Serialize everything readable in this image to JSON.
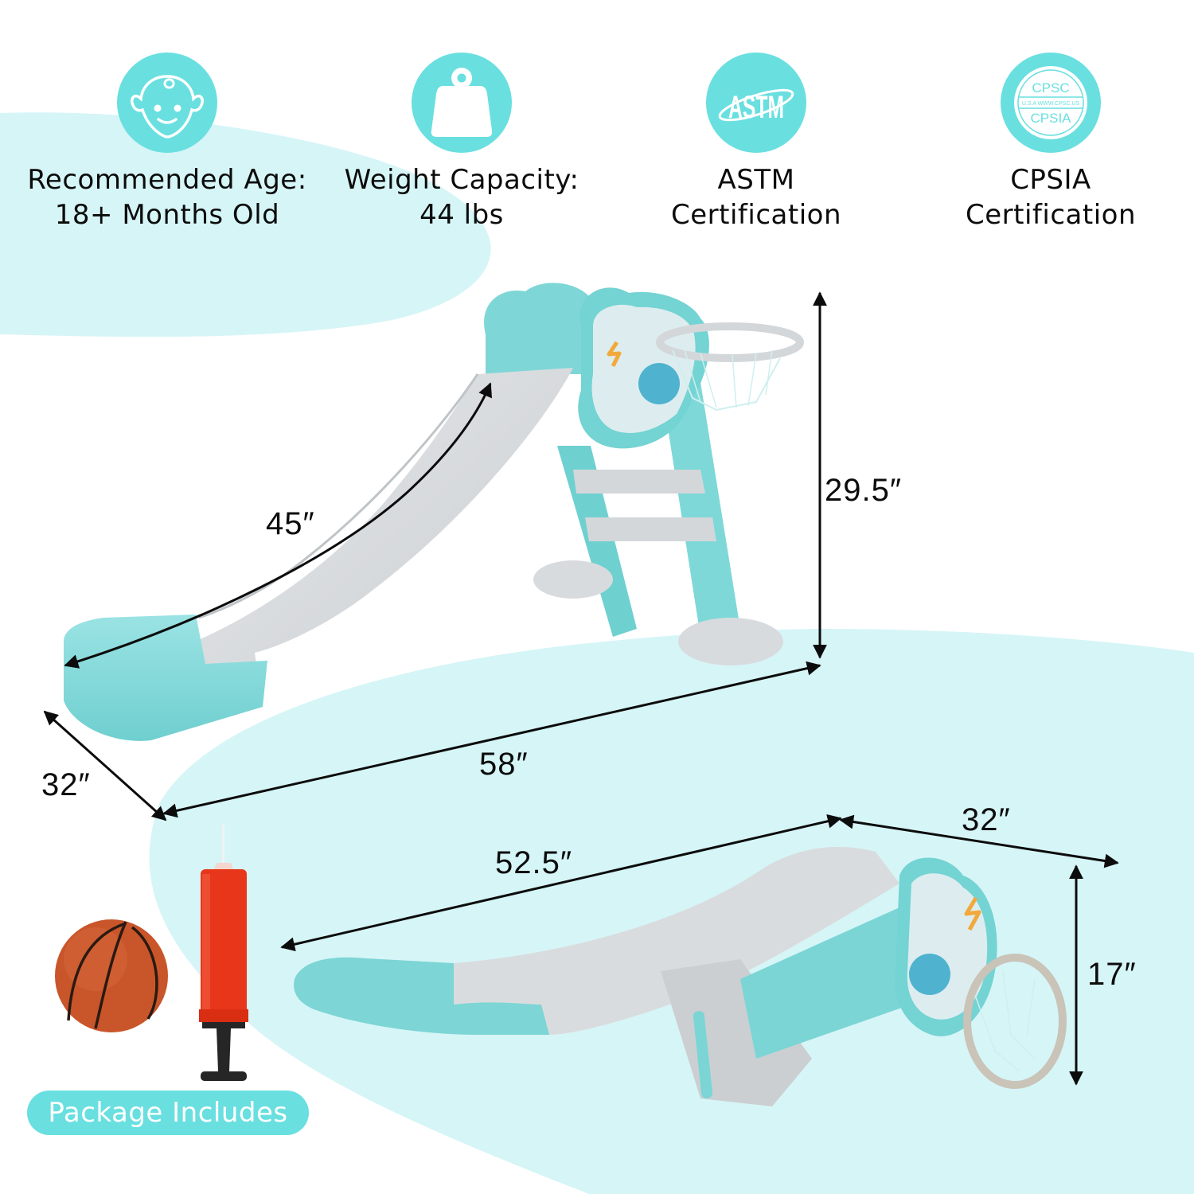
{
  "colors": {
    "accent_teal": "#69DFE0",
    "blob_light_teal": "#D6F5F7",
    "slide_teal": "#7ED8D8",
    "slide_gray": "#D9DCDE",
    "text": "#0c0c0c",
    "ball_orange": "#C9552A",
    "pump_red": "#E8361A"
  },
  "features": [
    {
      "icon": "baby-face-icon",
      "line1": "Recommended Age:",
      "line2": "18+ Months Old"
    },
    {
      "icon": "weight-icon",
      "line1": "Weight Capacity:",
      "line2": "44 lbs"
    },
    {
      "icon": "astm-logo-icon",
      "badge_text": "ASTM",
      "line1": "ASTM",
      "line2": "Certification"
    },
    {
      "icon": "cpsc-cpsia-seal-icon",
      "badge_top": "CPSC",
      "badge_middle": "U.S.A  WWW.CPSC.US",
      "badge_bottom": "CPSIA",
      "line1": "CPSIA",
      "line2": "Certification"
    }
  ],
  "dimensions": {
    "unfolded": {
      "slide_length": "45″",
      "height": "29.5″",
      "length": "58″",
      "width": "32″"
    },
    "folded": {
      "length": "52.5″",
      "width": "32″",
      "height": "17″"
    }
  },
  "package": {
    "label": "Package Includes",
    "items": [
      "basketball",
      "air pump"
    ]
  }
}
